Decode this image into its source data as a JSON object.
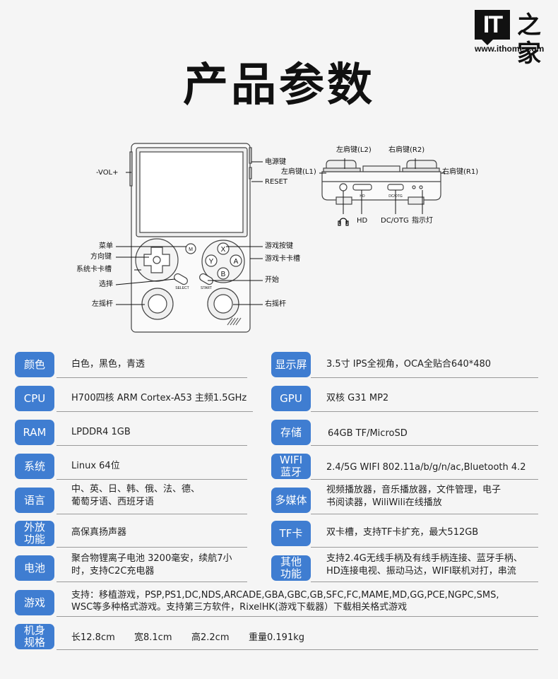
{
  "logo": {
    "mark": "IT",
    "glyph": "之家",
    "url": "www.ithome.com"
  },
  "title": "产品参数",
  "diagram": {
    "front": {
      "vol": "-VOL+",
      "power": "电源键",
      "reset": "RESET",
      "menu": "菜单",
      "dpad": "方向键",
      "sd_slot_left": "系统卡卡槽",
      "select": "选择",
      "left_stick": "左摇杆",
      "game_buttons": "游戏按键",
      "sd_slot_right": "游戏卡卡槽",
      "start": "开始",
      "right_stick": "右摇杆",
      "btn_x": "X",
      "btn_y": "Y",
      "btn_a": "A",
      "btn_b": "B",
      "btn_m": "M",
      "select_print": "SELECT",
      "start_print": "START"
    },
    "top": {
      "l2": "左肩键(L2)",
      "r2": "右肩键(R2)",
      "l1": "左肩键(L1)",
      "r1": "右肩键(R1)",
      "hd": "HD",
      "dc_otg": "DC/OTG",
      "indicator": "指示灯",
      "hd_print": "HD",
      "dcotg_print": "DC/OTG"
    }
  },
  "specs": {
    "color": {
      "label": "颜色",
      "value": "白色，黑色，青透"
    },
    "screen": {
      "label": "显示屏",
      "value": "3.5寸 IPS全视角，OCA全贴合640*480"
    },
    "cpu": {
      "label": "CPU",
      "value": "H700四核 ARM Cortex-A53 主频1.5GHz"
    },
    "gpu": {
      "label": "GPU",
      "value": "双核 G31 MP2"
    },
    "ram": {
      "label": "RAM",
      "value": "LPDDR4  1GB"
    },
    "storage": {
      "label": "存储",
      "value": "64GB TF/MicroSD"
    },
    "system": {
      "label": "系统",
      "value": "Linux 64位"
    },
    "wifi": {
      "label_1": "WIFI",
      "label_2": "蓝牙",
      "value": "2.4/5G WIFI 802.11a/b/g/n/ac,Bluetooth 4.2"
    },
    "language": {
      "label": "语言",
      "line1": "中、英、日、韩、俄、法、德、",
      "line2": "葡萄牙语、西班牙语"
    },
    "multimedia": {
      "label": "多媒体",
      "line1": "视频播放器，音乐播放器，文件管理，电子",
      "line2": "书阅读器，WiliWili在线播放"
    },
    "speaker": {
      "label_1": "外放",
      "label_2": "功能",
      "value": "高保真扬声器"
    },
    "tf": {
      "label": "TF卡",
      "value": "双卡槽，支持TF卡扩充，最大512GB"
    },
    "battery": {
      "label": "电池",
      "line1": "聚合物锂离子电池 3200毫安，续航7小",
      "line2": "时，支持C2C充电器"
    },
    "other": {
      "label_1": "其他",
      "label_2": "功能",
      "line1": "支持2.4G无线手柄及有线手柄连接、蓝牙手柄、",
      "line2": "HD连接电视、振动马达，WIFI联机对打，串流"
    },
    "games": {
      "label": "游戏",
      "line1": "支持：移植游戏，PSP,PS1,DC,NDS,ARCADE,GBA,GBC,GB,SFC,FC,MAME,MD,GG,PCE,NGPC,SMS,",
      "line2": "WSC等多种格式游戏。支持第三方软件，RixelHK(游戏下载器）下载相关格式游戏"
    },
    "size": {
      "label_1": "机身",
      "label_2": "规格",
      "length": "长12.8cm",
      "width": "宽8.1cm",
      "height": "高2.2cm",
      "weight": "重量0.191kg"
    }
  },
  "colors": {
    "badge": "#3f7dd1",
    "line": "#9a9a9a",
    "background": "#f5f5f5"
  }
}
